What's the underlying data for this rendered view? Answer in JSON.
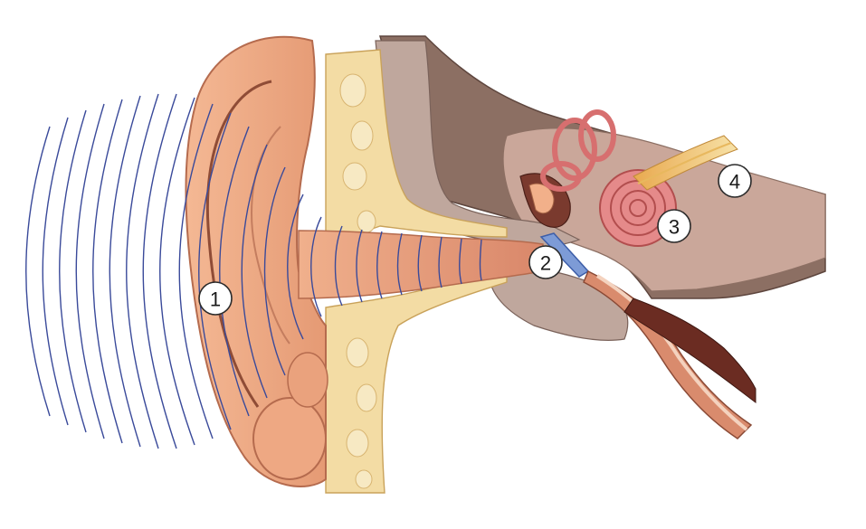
{
  "callouts": [
    {
      "id": "outer-ear",
      "label": "1"
    },
    {
      "id": "eardrum",
      "label": "2"
    },
    {
      "id": "cochlea",
      "label": "3"
    },
    {
      "id": "auditory-nerve",
      "label": "4"
    }
  ],
  "colors": {
    "skin": "#f2b08a",
    "skin_dark": "#c9785a",
    "bone": "#f3dca4",
    "bone_marrow": "#f7e9c3",
    "skull": "#8c6f63",
    "cavity": "#caa79a",
    "canal": "#e9a07e",
    "eardrum": "#7d9bd6",
    "cochlea": "#e37f7f",
    "nerve": "#f2c16a",
    "wave": "#3a4a9a"
  }
}
